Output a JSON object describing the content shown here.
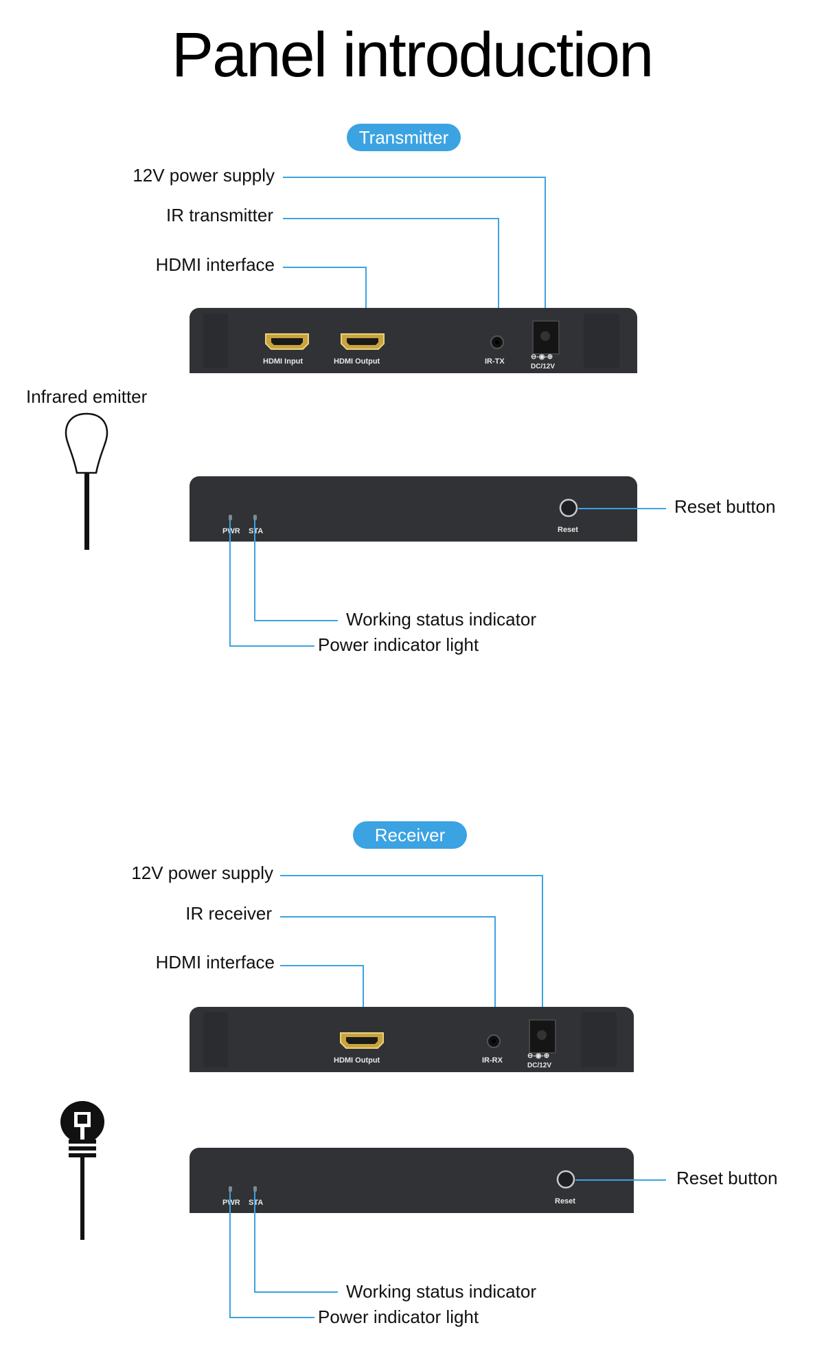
{
  "title": "Panel introduction",
  "transmitter": {
    "badge": "Transmitter",
    "labels": {
      "power_supply": "12V power supply",
      "ir": "IR transmitter",
      "hdmi": "HDMI interface",
      "emitter": "Infrared emitter",
      "reset": "Reset button",
      "working_status": "Working status indicator",
      "power_light": "Power indicator light"
    },
    "ports": {
      "hdmi_input": "HDMI Input",
      "hdmi_output": "HDMI Output",
      "ir": "IR-TX",
      "dc": "DC/12V",
      "pwr": "PWR",
      "sta": "STA",
      "reset": "Reset"
    }
  },
  "receiver": {
    "badge": "Receiver",
    "labels": {
      "power_supply": "12V power supply",
      "ir": "IR receiver",
      "hdmi": "HDMI interface",
      "reset": "Reset button",
      "working_status": "Working status indicator",
      "power_light": "Power indicator light"
    },
    "ports": {
      "hdmi_output": "HDMI Output",
      "ir": "IR-RX",
      "dc": "DC/12V",
      "pwr": "PWR",
      "sta": "STA",
      "reset": "Reset"
    }
  },
  "colors": {
    "accent": "#3ba3e2",
    "device": "#303236"
  }
}
